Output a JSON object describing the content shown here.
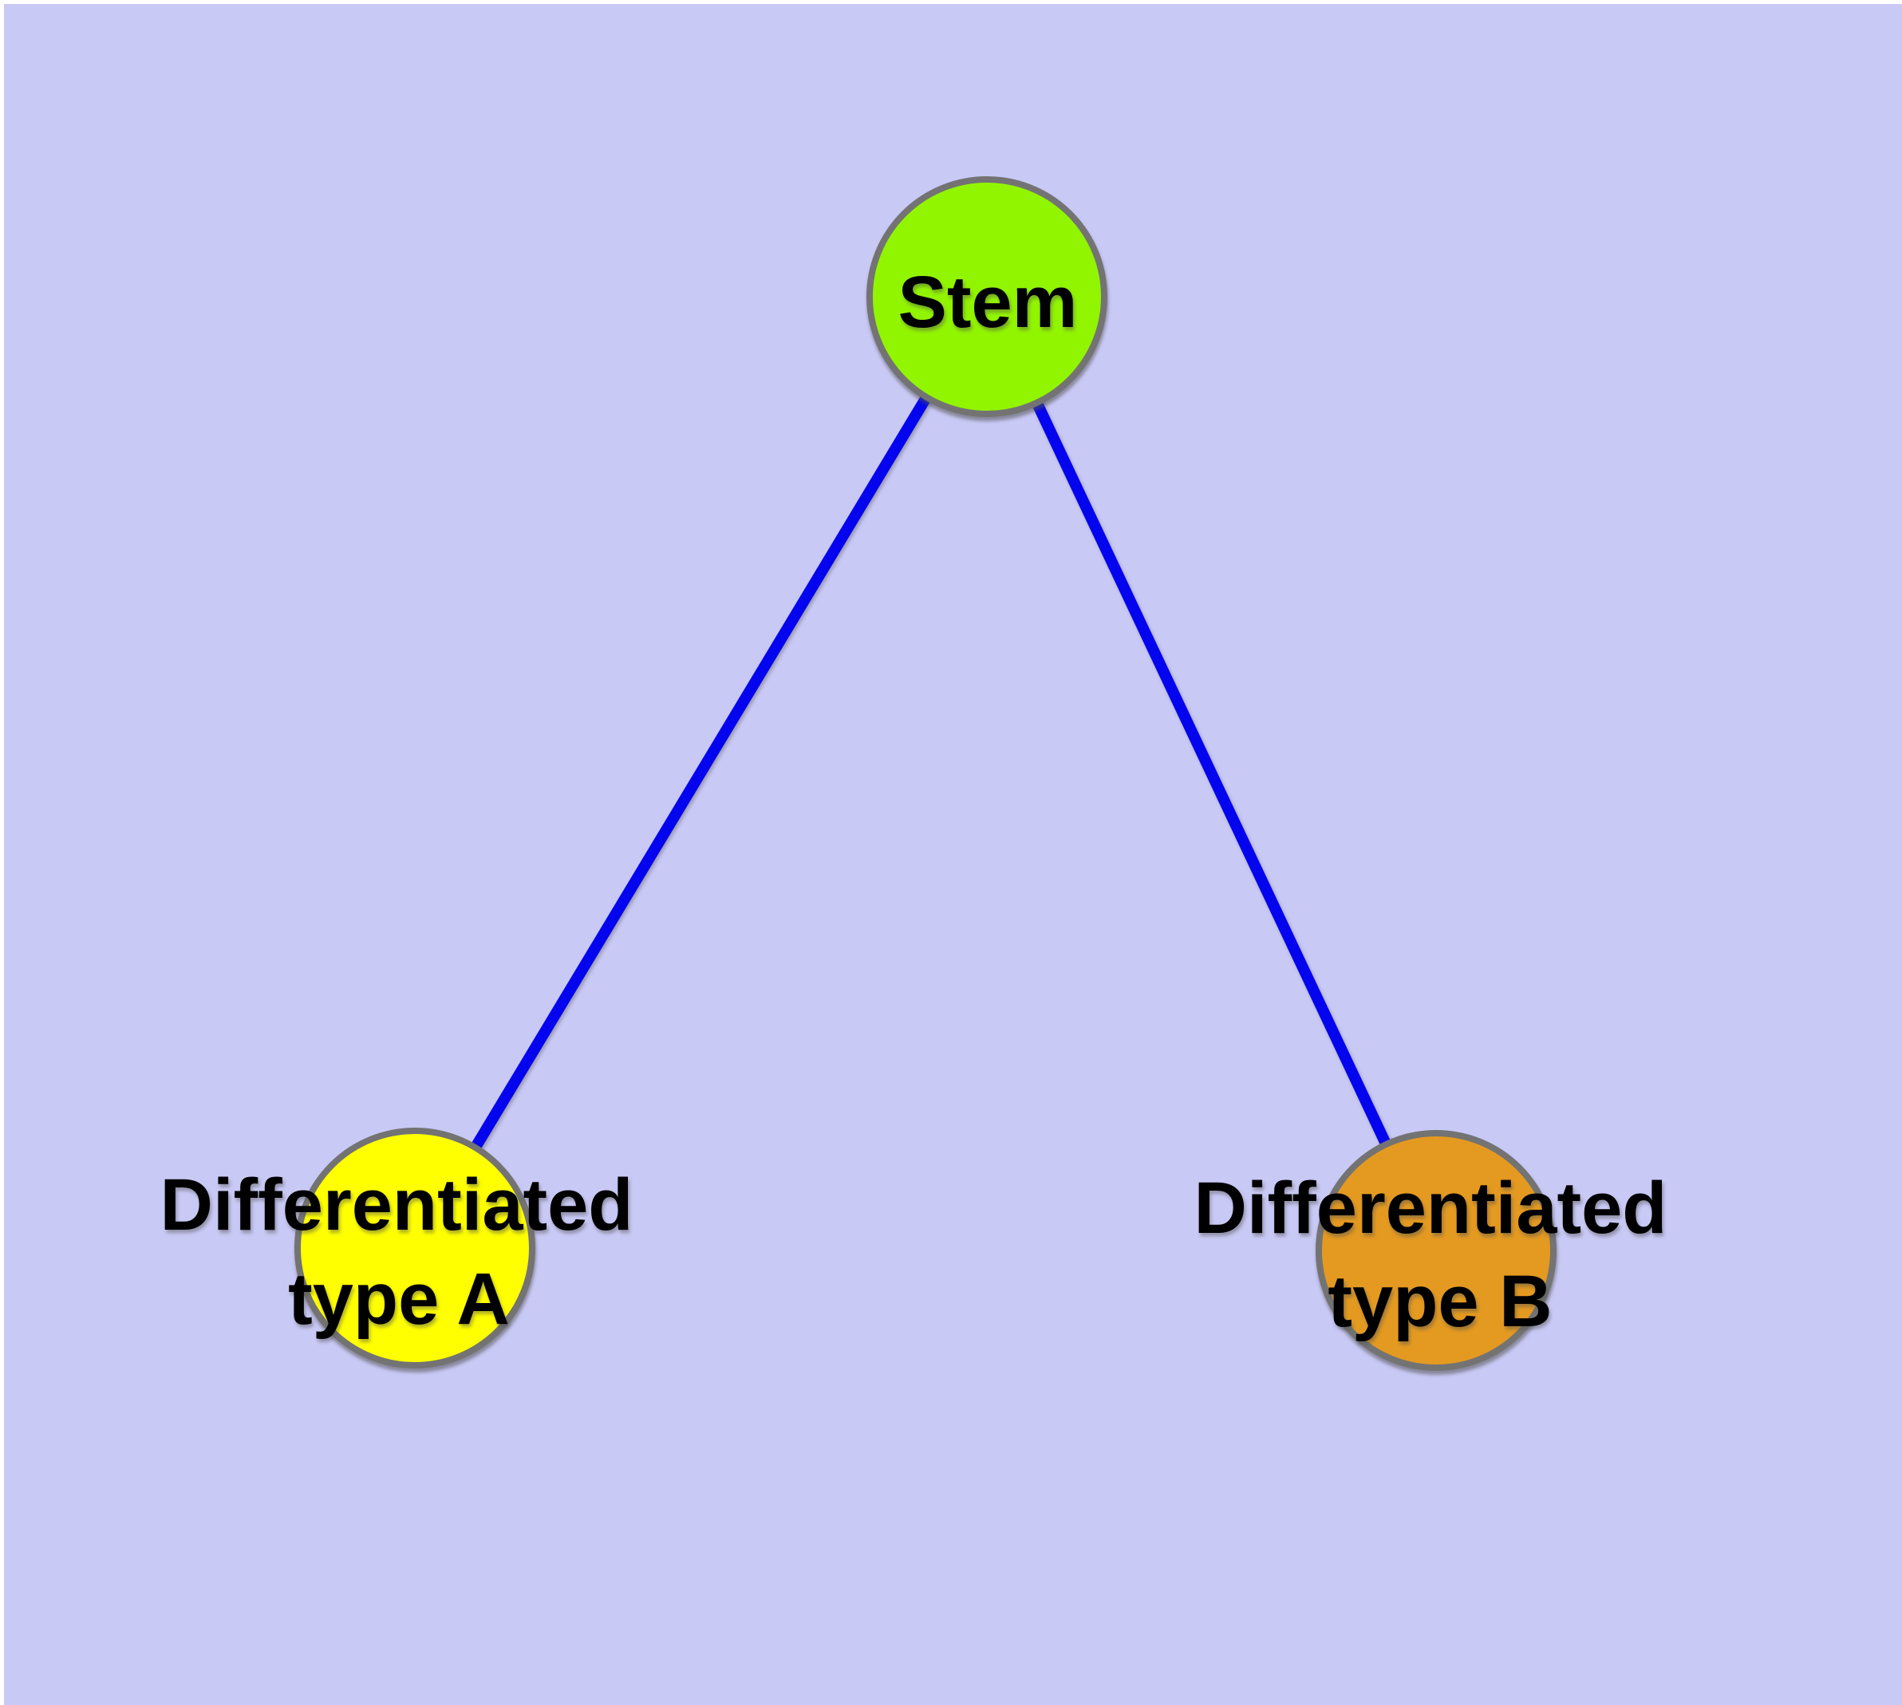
{
  "diagram": {
    "background_color": "#c9c9f6",
    "margin_color": "#ffffff",
    "text_color": "#000000",
    "nodes": [
      {
        "id": "stem",
        "label": "Stem",
        "fill_color": "#92f500",
        "border_color": "#737373"
      },
      {
        "id": "differentiated-type-a",
        "label_line1": "Differentiated",
        "label_line2": "type A",
        "fill_color": "#ffff00",
        "border_color": "#737373"
      },
      {
        "id": "differentiated-type-b",
        "label_line1": "Differentiated",
        "label_line2": "type B",
        "fill_color": "#e49a20",
        "border_color": "#737373"
      }
    ],
    "edges": [
      {
        "id": "stem-to-type-a",
        "from": "stem",
        "to": "differentiated-type-a",
        "color": "#0404ee"
      },
      {
        "id": "stem-to-type-b",
        "from": "stem",
        "to": "differentiated-type-b",
        "color": "#0404ee"
      }
    ]
  }
}
